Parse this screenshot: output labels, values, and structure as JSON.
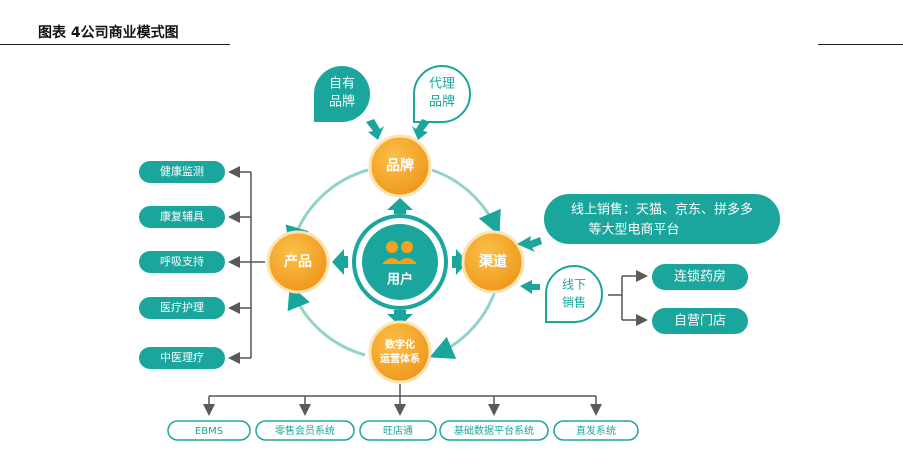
{
  "figure_title": "图表 4公司商业模式图",
  "center": {
    "label": "用户"
  },
  "hubs": {
    "brand": "品牌",
    "product": "产品",
    "channel": "渠道",
    "digital_line1": "数字化",
    "digital_line2": "运营体系"
  },
  "brand_types": {
    "own_line1": "自有",
    "own_line2": "品牌",
    "agent_line1": "代理",
    "agent_line2": "品牌"
  },
  "product_categories": [
    "健康监测",
    "康复辅具",
    "呼吸支持",
    "医疗护理",
    "中医理疗"
  ],
  "online_channel": {
    "line1": "线上销售：天猫、京东、拼多多",
    "line2": "等大型电商平台"
  },
  "offline_channel": {
    "line1": "线下",
    "line2": "销售",
    "options": [
      "连锁药房",
      "自营门店"
    ]
  },
  "systems": [
    "EBMS",
    "零售会员系统",
    "旺店通",
    "基础数据平台系统",
    "直发系统"
  ],
  "colors": {
    "teal": "#1aa69c",
    "orange": "#f2a21e",
    "light_teal": "#8fd3cc"
  }
}
